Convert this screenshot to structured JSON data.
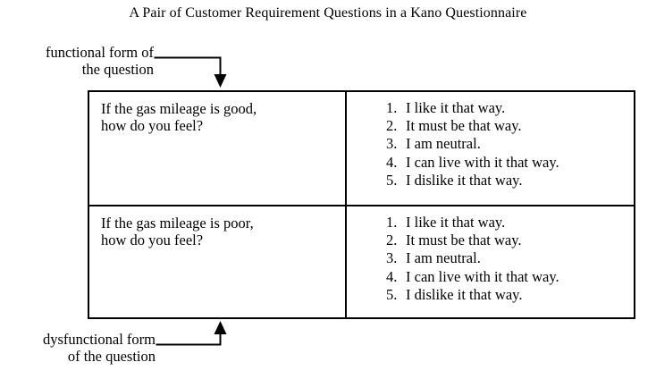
{
  "figure": {
    "title": "A Pair of Customer Requirement Questions in a Kano Questionnaire",
    "line_color": "#000000",
    "text_color": "#000000",
    "background_color": "#ffffff"
  },
  "callouts": {
    "functional": {
      "line1": "functional form of",
      "line2": "the question"
    },
    "dysfunctional": {
      "line1": "dysfunctional form",
      "line2": "of the question"
    }
  },
  "table": {
    "rows": [
      {
        "question": {
          "line1": "If the gas mileage is good,",
          "line2": "how do you feel?"
        },
        "answers": [
          {
            "num": "1.",
            "text": "I like it that way."
          },
          {
            "num": "2.",
            "text": "It must be that way."
          },
          {
            "num": "3.",
            "text": "I am neutral."
          },
          {
            "num": "4.",
            "text": "I can live with it that way."
          },
          {
            "num": "5.",
            "text": "I dislike it that way."
          }
        ]
      },
      {
        "question": {
          "line1": "If the gas mileage is poor,",
          "line2": "how do you feel?"
        },
        "answers": [
          {
            "num": "1.",
            "text": "I like it that way."
          },
          {
            "num": "2.",
            "text": "It must be that way."
          },
          {
            "num": "3.",
            "text": "I am neutral."
          },
          {
            "num": "4.",
            "text": "I can live with it that way."
          },
          {
            "num": "5.",
            "text": "I dislike it that way."
          }
        ]
      }
    ]
  }
}
